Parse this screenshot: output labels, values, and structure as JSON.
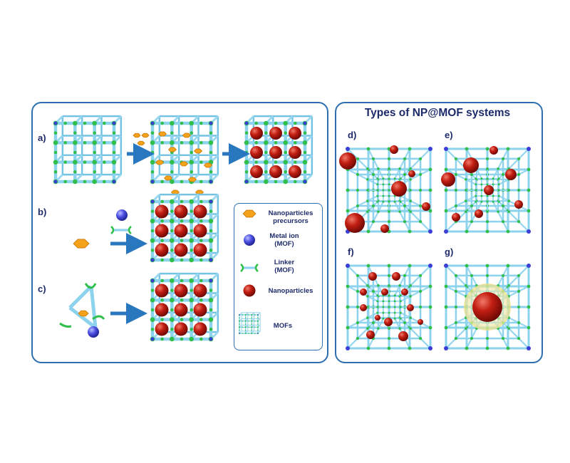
{
  "labels": {
    "a": "a)",
    "b": "b)",
    "c": "c)",
    "d": "d)",
    "e": "e)",
    "f": "f)",
    "g": "g)"
  },
  "title": "Types of NP@MOF systems",
  "legend": {
    "precursors_line1": "Nanoparticles",
    "precursors_line2": "precursors",
    "metal_line1": "Metal ion",
    "metal_line2": "(MOF)",
    "linker_line1": "Linker",
    "linker_line2": "(MOF)",
    "nanoparticles": "Nanoparticles",
    "mofs": "MOFs"
  },
  "colors": {
    "frame": "#2e6fb0",
    "strut": "#8ed3ee",
    "linker": "#2fbf4a",
    "metal": "#3a3ed6",
    "nanoparticle": "#b3160e",
    "precursor": "#f4a21a",
    "arrow": "#2877bf"
  }
}
